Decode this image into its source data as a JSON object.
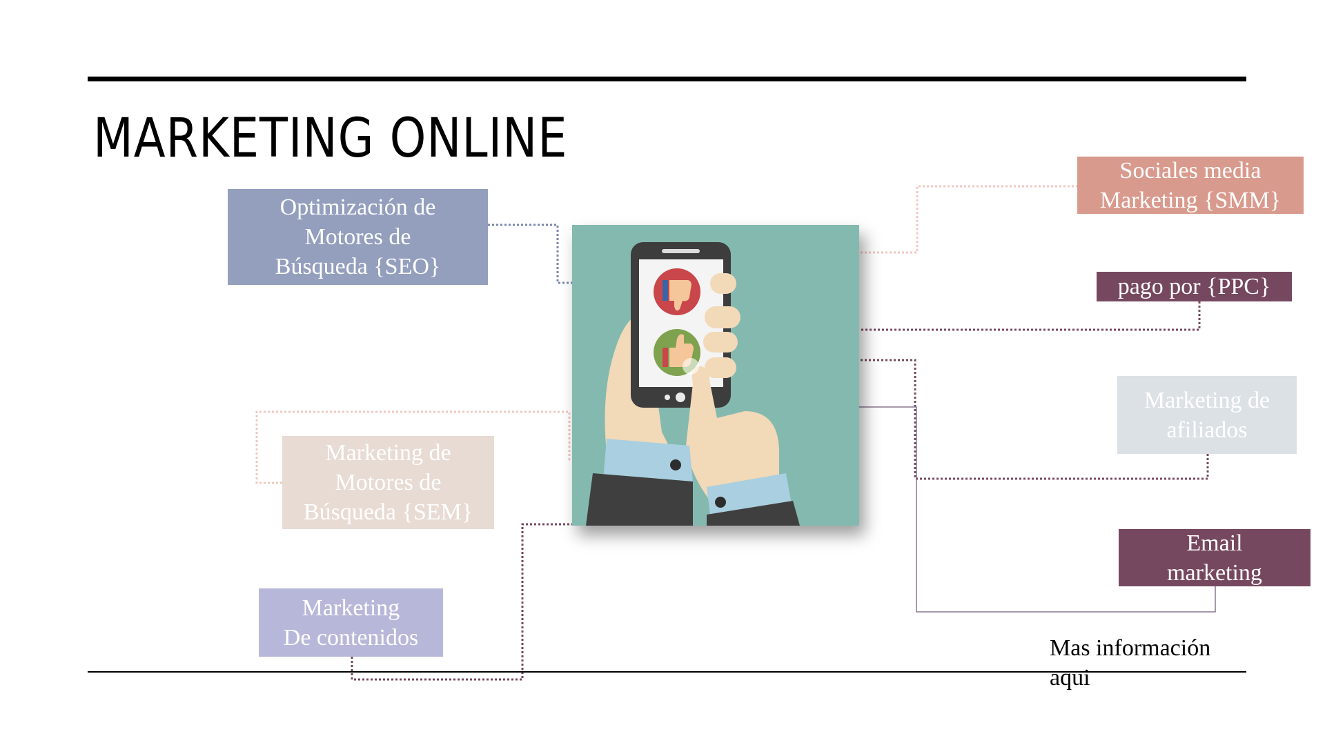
{
  "title": "MARKETING ONLINE",
  "boxes": {
    "seo": {
      "label": "Optimización de\nMotores de\nBúsqueda {SEO}",
      "color": "#949fbe"
    },
    "smm": {
      "label": "Sociales media\nMarketing {SMM}",
      "color": "#d99a8e"
    },
    "ppc": {
      "label": "pago por {PPC}",
      "color": "#76485f"
    },
    "affiliates": {
      "label": "Marketing de\nafiliados",
      "color": "#dce1e6"
    },
    "sem": {
      "label": "Marketing de\nMotores de\nBúsqueda {SEM}",
      "color": "#e7dbd3"
    },
    "email": {
      "label": "Email\nmarketing",
      "color": "#76485f"
    },
    "content": {
      "label": "Marketing\nDe contenidos",
      "color": "#b7b8d9"
    }
  },
  "more_info_link": "Mas información\naqui",
  "image": {
    "icon": "smartphone-like-dislike-icon",
    "background": "#84b9af"
  }
}
